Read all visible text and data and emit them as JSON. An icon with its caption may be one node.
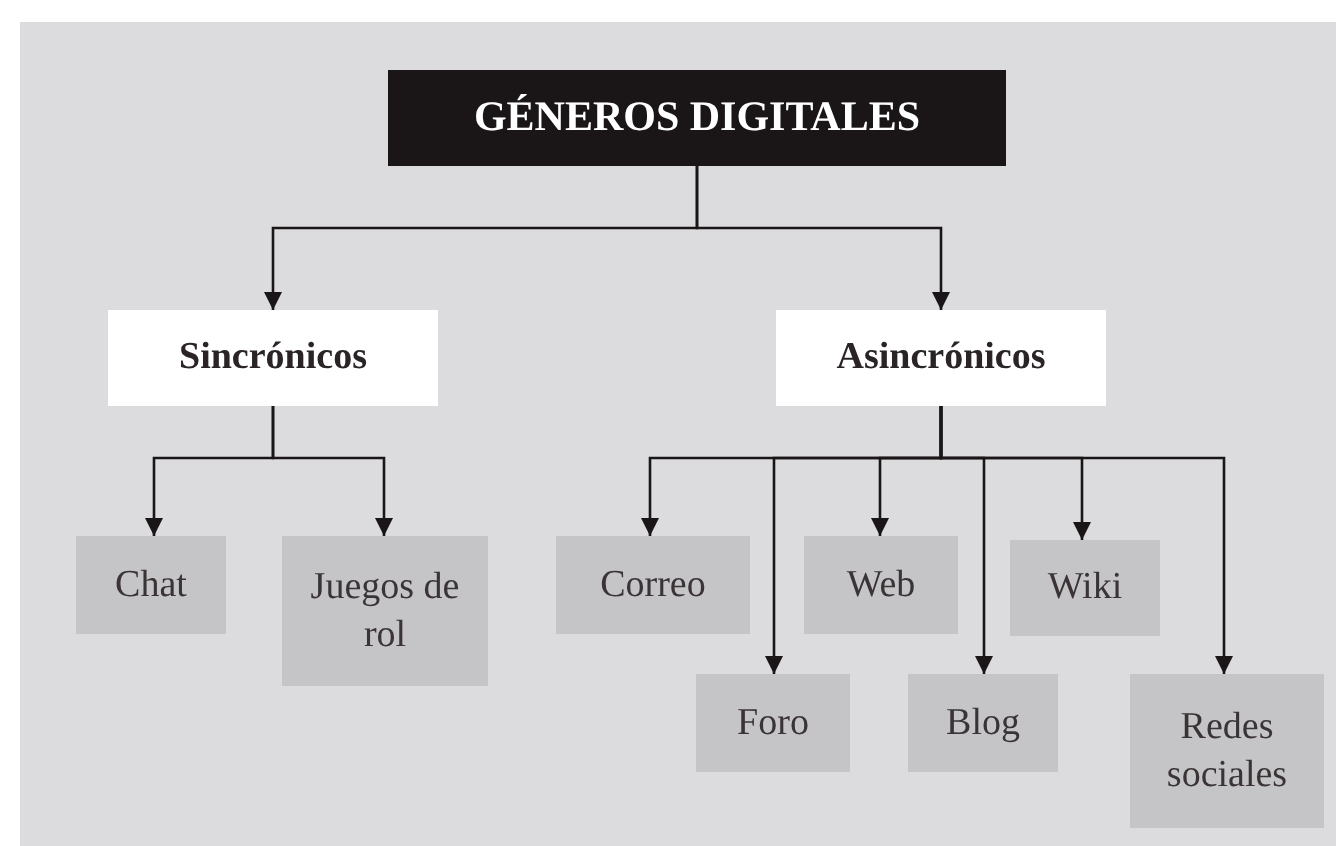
{
  "diagram": {
    "nodes": [
      {
        "text": [
          "GÉNEROS DIGITALES"
        ]
      },
      {
        "text": [
          "Sincrónicos"
        ]
      },
      {
        "text": [
          "Asincrónicos"
        ]
      },
      {
        "text": [
          "Chat"
        ]
      },
      {
        "text": [
          "Juegos de rol"
        ]
      },
      {
        "text": [
          "Correo"
        ]
      },
      {
        "text": [
          "Foro"
        ]
      },
      {
        "text": [
          "Web"
        ]
      },
      {
        "text": [
          "Blog"
        ]
      },
      {
        "text": [
          "Wiki"
        ]
      },
      {
        "text": [
          "Redes sociales"
        ]
      }
    ],
    "edges": [
      {
        "from": 0,
        "to": 1,
        "arrow": "to"
      },
      {
        "from": 0,
        "to": 2,
        "arrow": "to"
      },
      {
        "from": 1,
        "to": 3,
        "arrow": "to"
      },
      {
        "from": 1,
        "to": 4,
        "arrow": "to"
      },
      {
        "from": 2,
        "to": 5,
        "arrow": "to"
      },
      {
        "from": 2,
        "to": 6,
        "arrow": "to"
      },
      {
        "from": 2,
        "to": 7,
        "arrow": "to"
      },
      {
        "from": 2,
        "to": 8,
        "arrow": "to"
      },
      {
        "from": 2,
        "to": 9,
        "arrow": "to"
      },
      {
        "from": 2,
        "to": 10,
        "arrow": "to"
      }
    ]
  }
}
